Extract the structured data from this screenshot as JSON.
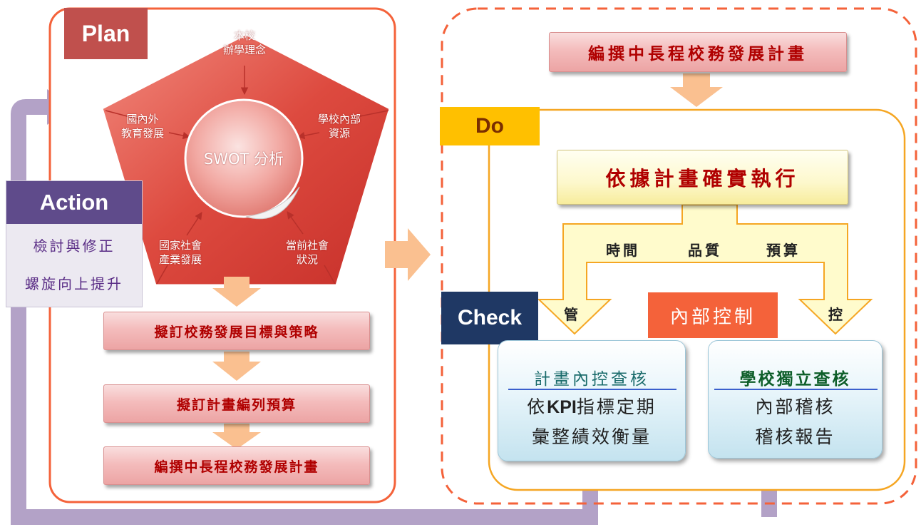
{
  "plan": {
    "tag": "Plan",
    "pentagon": {
      "top": [
        "本校",
        "辦學理念"
      ],
      "left": [
        "國內外",
        "教育發展"
      ],
      "right": [
        "學校內部",
        "資源"
      ],
      "bottom_left": [
        "國家社會",
        "產業發展"
      ],
      "bottom_right": [
        "當前社會",
        "狀況"
      ],
      "center": "SWOT 分析"
    },
    "steps": [
      "擬訂校務發展目標與策略",
      "擬訂計畫編列預算",
      "編撰中長程校務發展計畫"
    ]
  },
  "action": {
    "tag": "Action",
    "lines": [
      "檢討與修正",
      "螺旋向上提升"
    ]
  },
  "do": {
    "top_box": "編撰中長程校務發展計畫",
    "tag": "Do",
    "execute_box": "依據計畫確實執行",
    "factors": [
      "時間",
      "品質",
      "預算"
    ],
    "left_arrow_label": "管",
    "right_arrow_label": "控"
  },
  "check": {
    "tag": "Check",
    "internal_control": "內部控制",
    "left_box": {
      "title": "計畫內控查核",
      "line2_prefix": "依",
      "line2_kpi": "KPI",
      "line2_suffix": "指標定期",
      "line3": "彙整績效衡量"
    },
    "right_box": {
      "title": "學校獨立查核",
      "line2": "內部稽核",
      "line3": "稽核報告"
    }
  },
  "colors": {
    "plan_red": "#c0504d",
    "action_purple": "#5f4b8b",
    "do_yellow": "#ffc000",
    "check_navy": "#1f3864",
    "internal_control_orange": "#f4623a",
    "cycle_arrow": "#b3a2c7",
    "frame_orange": "#f4623a",
    "do_frame": "#f5a623",
    "flow_arrow": "#fac090"
  }
}
